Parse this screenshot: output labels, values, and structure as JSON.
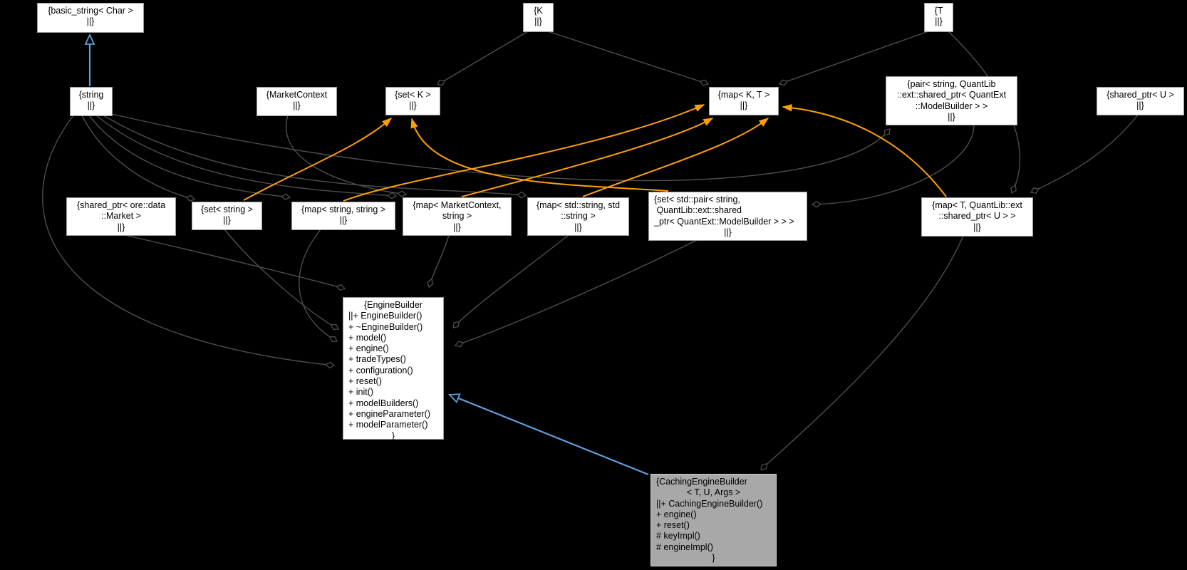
{
  "diagram": {
    "type": "doxygen-collaboration-graph",
    "background": "#000000",
    "colors": {
      "background": "#000000",
      "edge_gray": "#4e4e4e",
      "edge_orange": "#ffa000",
      "edge_blue": "#5f9edb",
      "node_fill": "#ffffff",
      "node_border": "#9a9a9a",
      "node_text": "#000000",
      "highlight_fill": "#a8a8a8",
      "highlight_border": "#cfcfcf"
    },
    "nodes": {
      "basic_string": {
        "lines": [
          "{basic_string< Char >",
          "||}"
        ]
      },
      "string": {
        "lines": [
          "{string",
          "||}"
        ]
      },
      "market_context": {
        "lines": [
          "{MarketContext",
          "||}"
        ]
      },
      "set_k": {
        "lines": [
          "{set< K >",
          "||}"
        ]
      },
      "k": {
        "lines": [
          "{K",
          "||}"
        ]
      },
      "map_kt": {
        "lines": [
          "{map< K, T >",
          "||}"
        ]
      },
      "t": {
        "lines": [
          "{T",
          "||}"
        ]
      },
      "pair_modelbuilder": {
        "lines": [
          "{pair< string, QuantLib",
          "::ext::shared_ptr< QuantExt",
          "::ModelBuilder > >",
          "||}"
        ]
      },
      "shared_ptr_u": {
        "lines": [
          "{shared_ptr< U >",
          "||}"
        ]
      },
      "shared_ptr_market": {
        "lines": [
          "{shared_ptr< ore::data",
          "::Market >",
          "||}"
        ]
      },
      "set_string": {
        "lines": [
          "{set< string >",
          "||}"
        ]
      },
      "map_string_string": {
        "lines": [
          "{map< string, string >",
          "||}"
        ]
      },
      "map_marketcontext_string": {
        "lines": [
          "{map< MarketContext,",
          "string >",
          "||}"
        ]
      },
      "map_stdstring_stdstring": {
        "lines": [
          "{map< std::string, std",
          "::string >",
          "||}"
        ]
      },
      "set_pair_modelbuilder": {
        "lines": [
          "{set< std::pair< string,",
          " QuantLib::ext::shared",
          "_ptr< QuantExt::ModelBuilder > > >",
          "||}"
        ]
      },
      "map_t_sharedptr_u": {
        "lines": [
          "{map< T, QuantLib::ext",
          "::shared_ptr< U > >",
          "||}"
        ]
      },
      "engine_builder": {
        "lines": [
          "{EngineBuilder",
          "||+ EngineBuilder()",
          "+ ~EngineBuilder()",
          "+ model()",
          "+ engine()",
          "+ tradeTypes()",
          "+ configuration()",
          "+ reset()",
          "+ init()",
          "+ modelBuilders()",
          "+ engineParameter()",
          "+ modelParameter()",
          "}"
        ]
      },
      "caching_engine_builder": {
        "lines": [
          "{CachingEngineBuilder",
          "< T, U, Args >",
          "||+ CachingEngineBuilder()",
          "+ engine()",
          "+ reset()",
          "# keyImpl()",
          "# engineImpl()",
          "}"
        ]
      }
    },
    "edges": [
      {
        "from": "k",
        "to": "set_k",
        "kind": "aggregation"
      },
      {
        "from": "k",
        "to": "map_kt",
        "kind": "aggregation"
      },
      {
        "from": "t",
        "to": "map_kt",
        "kind": "aggregation"
      },
      {
        "from": "t",
        "to": "map_t_sharedptr_u",
        "kind": "aggregation"
      },
      {
        "from": "shared_ptr_u",
        "to": "map_t_sharedptr_u",
        "kind": "aggregation"
      },
      {
        "from": "pair_modelbuilder",
        "to": "set_pair_modelbuilder",
        "kind": "aggregation"
      },
      {
        "from": "string",
        "to": "set_string",
        "kind": "aggregation"
      },
      {
        "from": "string",
        "to": "map_string_string",
        "kind": "aggregation"
      },
      {
        "from": "string",
        "to": "map_marketcontext_string",
        "kind": "aggregation"
      },
      {
        "from": "string",
        "to": "map_stdstring_stdstring",
        "kind": "aggregation"
      },
      {
        "from": "string",
        "to": "pair_modelbuilder",
        "kind": "aggregation"
      },
      {
        "from": "market_context",
        "to": "map_marketcontext_string",
        "kind": "aggregation"
      },
      {
        "from": "shared_ptr_market",
        "to": "engine_builder",
        "kind": "aggregation"
      },
      {
        "from": "set_string",
        "to": "engine_builder",
        "kind": "aggregation"
      },
      {
        "from": "map_string_string",
        "to": "engine_builder",
        "kind": "aggregation"
      },
      {
        "from": "string",
        "to": "engine_builder",
        "kind": "aggregation"
      },
      {
        "from": "map_marketcontext_string",
        "to": "engine_builder",
        "kind": "aggregation"
      },
      {
        "from": "map_stdstring_stdstring",
        "to": "engine_builder",
        "kind": "aggregation"
      },
      {
        "from": "set_pair_modelbuilder",
        "to": "engine_builder",
        "kind": "aggregation"
      },
      {
        "from": "map_t_sharedptr_u",
        "to": "caching_engine_builder",
        "kind": "aggregation"
      },
      {
        "from": "set_string",
        "to": "set_k",
        "kind": "template-instance"
      },
      {
        "from": "set_pair_modelbuilder",
        "to": "set_k",
        "kind": "template-instance"
      },
      {
        "from": "map_string_string",
        "to": "map_kt",
        "kind": "template-instance"
      },
      {
        "from": "map_marketcontext_string",
        "to": "map_kt",
        "kind": "template-instance"
      },
      {
        "from": "map_stdstring_stdstring",
        "to": "map_kt",
        "kind": "template-instance"
      },
      {
        "from": "map_t_sharedptr_u",
        "to": "map_kt",
        "kind": "template-instance"
      },
      {
        "from": "string",
        "to": "basic_string",
        "kind": "inheritance"
      },
      {
        "from": "caching_engine_builder",
        "to": "engine_builder",
        "kind": "inheritance"
      }
    ]
  }
}
